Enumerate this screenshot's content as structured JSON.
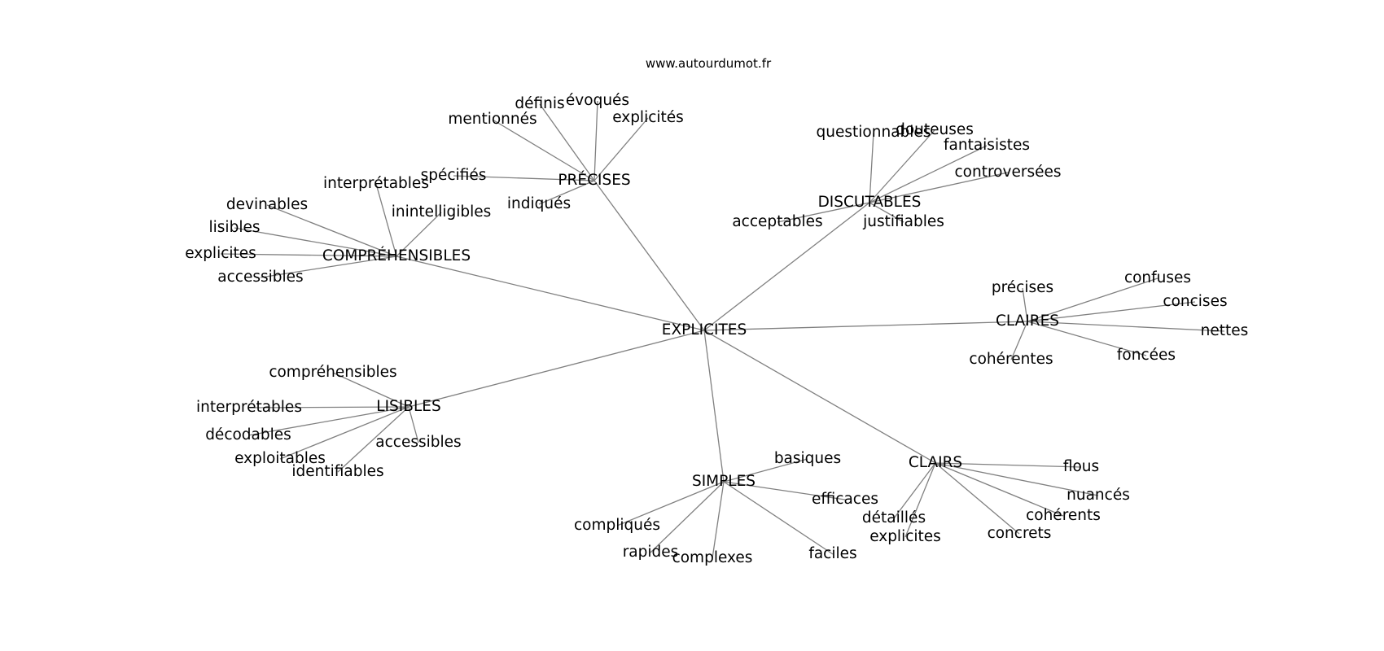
{
  "site": "www.autourdumot.fr",
  "center": "EXPLICITES",
  "groups": [
    {
      "label": "PRÉCISES",
      "words": [
        "définis",
        "évoqués",
        "mentionnés",
        "explicités",
        "spécifiés",
        "indiqués"
      ]
    },
    {
      "label": "DISCUTABLES",
      "words": [
        "questionnables",
        "douteuses",
        "fantaisistes",
        "controversées",
        "acceptables",
        "justifiables"
      ]
    },
    {
      "label": "COMPRÉHENSIBLES",
      "words": [
        "interprétables",
        "devinables",
        "inintelligibles",
        "lisibles",
        "explicites",
        "accessibles"
      ]
    },
    {
      "label": "CLAIRES",
      "words": [
        "précises",
        "confuses",
        "concises",
        "nettes",
        "cohérentes",
        "foncées"
      ]
    },
    {
      "label": "LISIBLES",
      "words": [
        "compréhensibles",
        "interprétables",
        "décodables",
        "exploitables",
        "accessibles",
        "identifiables"
      ]
    },
    {
      "label": "SIMPLES",
      "words": [
        "basiques",
        "efficaces",
        "compliqués",
        "rapides",
        "complexes",
        "faciles"
      ]
    },
    {
      "label": "CLAIRS",
      "words": [
        "flous",
        "nuancés",
        "cohérents",
        "détaillés",
        "explicites",
        "concrets"
      ]
    }
  ]
}
